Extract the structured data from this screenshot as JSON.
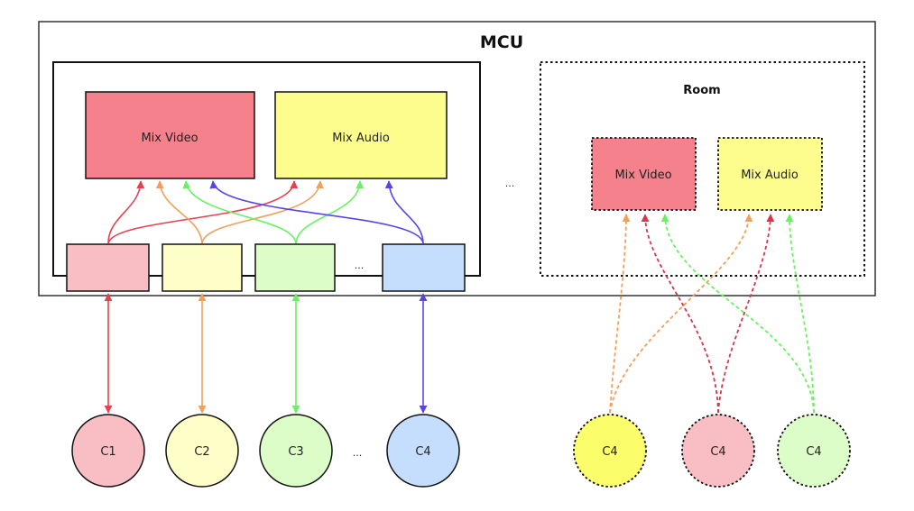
{
  "mcu": {
    "title": "MCU"
  },
  "mixer": {
    "video_label": "Mix Video",
    "audio_label": "Mix Audio",
    "video_color": "#f4818b",
    "audio_color": "#fcfd8c"
  },
  "separators": {
    "ellipsis": "..."
  },
  "room": {
    "title": "Room",
    "video_label": "Mix Video",
    "audio_label": "Mix Audio",
    "video_color": "#f4818b",
    "audio_color": "#fcfd8c"
  },
  "ports": [
    {
      "fill": "#f8bec4",
      "color": "#e5414f"
    },
    {
      "fill": "#fdfec8",
      "color": "#f0a05a"
    },
    {
      "fill": "#dcfdc8",
      "color": "#6cf063"
    },
    {
      "fill": "#c6defd",
      "color": "#5646e8"
    }
  ],
  "clients": [
    {
      "label": "C1",
      "fill": "#f8bec4",
      "color": "#e5414f"
    },
    {
      "label": "C2",
      "fill": "#fdfec8",
      "color": "#f0a05a"
    },
    {
      "label": "C3",
      "fill": "#dcfdc8",
      "color": "#6cf063"
    },
    {
      "label": "C4",
      "fill": "#c6defd",
      "color": "#5646e8"
    }
  ],
  "room_clients": [
    {
      "label": "C4",
      "fill": "#fcfd6a",
      "color": "#f0a05a"
    },
    {
      "label": "C4",
      "fill": "#f8bec4",
      "color": "#d7374b"
    },
    {
      "label": "C4",
      "fill": "#dcfdc8",
      "color": "#6cf063"
    }
  ]
}
